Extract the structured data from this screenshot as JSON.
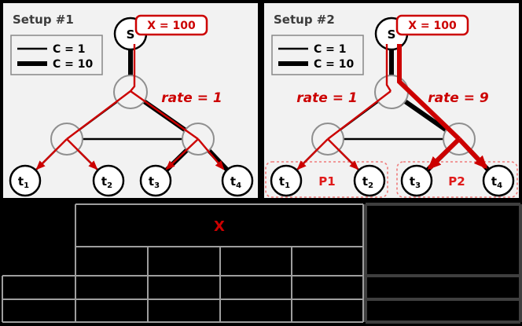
{
  "colors": {
    "red_accent": "#cc0000",
    "dashed_group_red": "#ef7b7b",
    "panel_background": "#f2f2f2",
    "node_fill": "#ffffff",
    "relay_node_stroke": "#8f8f8f",
    "edge_black": "#000000",
    "title_gray": "#3c3c3c",
    "table_light_border": "#9e9e9e",
    "table_dark_border": "#3f3f3f",
    "page_background": "#000000"
  },
  "panels": [
    {
      "title": "Setup #1",
      "x_badge": "X = 100",
      "source_label": "S",
      "legend": {
        "thin_label": "C = 1",
        "thick_label": "C = 10"
      },
      "rate_labels": [
        {
          "text": "rate = 1"
        }
      ],
      "terminals": [
        {
          "base": "t",
          "sub": "1"
        },
        {
          "base": "t",
          "sub": "2"
        },
        {
          "base": "t",
          "sub": "3"
        },
        {
          "base": "t",
          "sub": "4"
        }
      ]
    },
    {
      "title": "Setup #2",
      "x_badge": "X = 100",
      "source_label": "S",
      "legend": {
        "thin_label": "C = 1",
        "thick_label": "C = 10"
      },
      "rate_labels": [
        {
          "text": "rate = 1"
        },
        {
          "text": "rate = 9"
        }
      ],
      "groups": [
        {
          "label": "P1"
        },
        {
          "label": "P2"
        }
      ],
      "terminals": [
        {
          "base": "t",
          "sub": "1"
        },
        {
          "base": "t",
          "sub": "2"
        },
        {
          "base": "t",
          "sub": "3"
        },
        {
          "base": "t",
          "sub": "4"
        }
      ]
    }
  ],
  "table": {
    "header": "X"
  }
}
